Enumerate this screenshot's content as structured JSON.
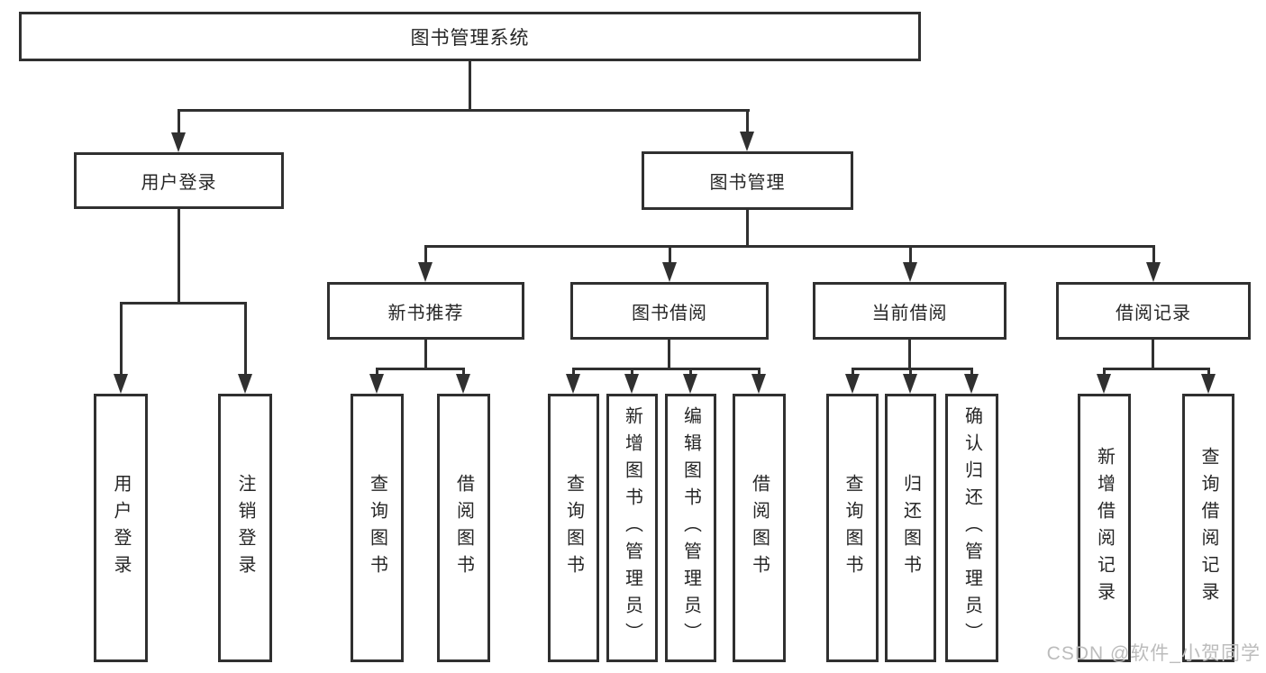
{
  "tree": {
    "label": "图书管理系统",
    "children": [
      {
        "label": "用户登录",
        "children": [
          {
            "label": "用户登录"
          },
          {
            "label": "注销登录"
          }
        ]
      },
      {
        "label": "图书管理",
        "children": [
          {
            "label": "新书推荐",
            "children": [
              {
                "label": "查询图书"
              },
              {
                "label": "借阅图书"
              }
            ]
          },
          {
            "label": "图书借阅",
            "children": [
              {
                "label": "查询图书"
              },
              {
                "label": "新增图书（管理员）"
              },
              {
                "label": "编辑图书（管理员）"
              },
              {
                "label": "借阅图书"
              }
            ]
          },
          {
            "label": "当前借阅",
            "children": [
              {
                "label": "查询图书"
              },
              {
                "label": "归还图书"
              },
              {
                "label": "确认归还（管理员）"
              }
            ]
          },
          {
            "label": "借阅记录",
            "children": [
              {
                "label": "新增借阅记录"
              },
              {
                "label": "查询借阅记录"
              }
            ]
          }
        ]
      }
    ]
  },
  "watermark": "CSDN @软件_小贺同学",
  "colors": {
    "line": "#303030",
    "text": "#262626",
    "background": "#ffffff",
    "watermark": "#bcbcbc"
  }
}
